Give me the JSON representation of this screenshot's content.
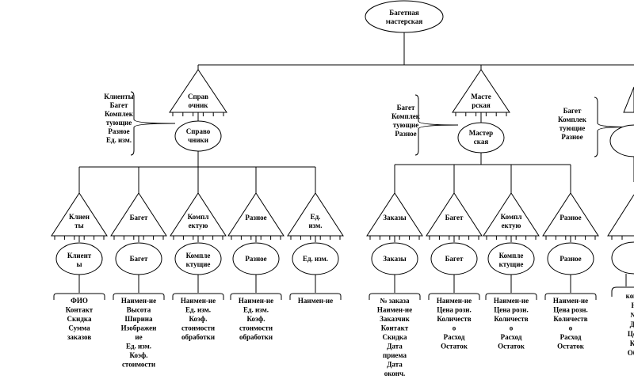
{
  "root": {
    "label_lines": [
      "Багетная",
      "мастерская"
    ]
  },
  "groups": [
    {
      "triangle_lines": [
        "Справ",
        "очник"
      ],
      "node_lines": [
        "Справо",
        "чники"
      ],
      "bracket_lines": [
        "Клиенты",
        "Багет",
        "Комплек",
        "тующие",
        "Разное",
        "Ед. изм."
      ],
      "children": [
        {
          "triangle_lines": [
            "Клиен",
            "ты"
          ],
          "node_lines": [
            "Клиент",
            "ы"
          ],
          "fields": [
            "ФИО",
            "Контакт",
            "Скидка",
            "Сумма",
            "заказов"
          ]
        },
        {
          "triangle_lines": [
            "Багет"
          ],
          "node_lines": [
            "Багет"
          ],
          "fields": [
            "Наимен-ие",
            "Высота",
            "Ширина",
            "Изображен",
            "ие",
            "Ед. изм.",
            "Коэф.",
            "стоимости"
          ]
        },
        {
          "triangle_lines": [
            "Компл",
            "ектую"
          ],
          "node_lines": [
            "Компле",
            "ктущие"
          ],
          "fields": [
            "Наимен-ие",
            "Ед. изм.",
            "Коэф.",
            "стоимости",
            "обработки"
          ]
        },
        {
          "triangle_lines": [
            "Разное"
          ],
          "node_lines": [
            "Разное"
          ],
          "fields": [
            "Наимен-ие",
            "Ед. изм.",
            "Коэф.",
            "стоимости",
            "обработки"
          ]
        },
        {
          "triangle_lines": [
            "Ед.",
            "изм."
          ],
          "node_lines": [
            "Ед. изм."
          ],
          "fields": [
            "Наимен-ие"
          ]
        }
      ]
    },
    {
      "triangle_lines": [
        "Масте",
        "рская"
      ],
      "node_lines": [
        "Мастер",
        "ская"
      ],
      "bracket_lines": [
        "Багет",
        "Комплек",
        "тующие",
        "Разное"
      ],
      "children": [
        {
          "triangle_lines": [
            "Заказы"
          ],
          "node_lines": [
            "Заказы"
          ],
          "fields": [
            "№ заказа",
            "Наимен-ие",
            "Заказчик",
            "Контакт",
            "Скидка",
            "Дата",
            "приема",
            "Дата",
            "оконч."
          ]
        },
        {
          "triangle_lines": [
            "Багет"
          ],
          "node_lines": [
            "Багет"
          ],
          "fields": [
            "Наимен-ие",
            "Цена розн.",
            "Количеств",
            "о",
            "Расход",
            "Остаток"
          ]
        },
        {
          "triangle_lines": [
            "Компл",
            "ектую"
          ],
          "node_lines": [
            "Компле",
            "ктущие"
          ],
          "fields": [
            "Наимен-ие",
            "Цена розн.",
            "Количеств",
            "о",
            "Расход",
            "Остаток"
          ]
        },
        {
          "triangle_lines": [
            "Разное"
          ],
          "node_lines": [
            "Разное"
          ],
          "fields": [
            "Наимен-ие",
            "Цена розн.",
            "Количеств",
            "о",
            "Расход",
            "Остаток"
          ]
        }
      ]
    },
    {
      "bracket_lines": [
        "Багет",
        "Комплек",
        "тующие",
        "Разное"
      ],
      "partial_field_lines": [
        "комп",
        "Н",
        "№",
        "Да",
        "Цен",
        "Ко",
        "Объ"
      ]
    }
  ]
}
